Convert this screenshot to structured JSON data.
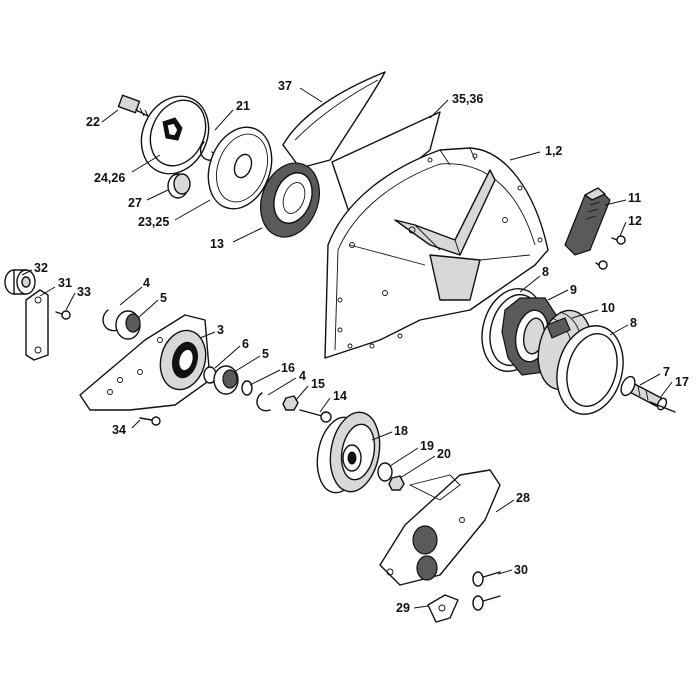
{
  "callouts": [
    {
      "id": "p37",
      "text": "37"
    },
    {
      "id": "p3536",
      "text": "35,36"
    },
    {
      "id": "p21",
      "text": "21"
    },
    {
      "id": "p22",
      "text": "22"
    },
    {
      "id": "p2426",
      "text": "24,26"
    },
    {
      "id": "p27",
      "text": "27"
    },
    {
      "id": "p2325",
      "text": "23,25"
    },
    {
      "id": "p13",
      "text": "13"
    },
    {
      "id": "p12lbl",
      "text": "1,2"
    },
    {
      "id": "p11",
      "text": "11"
    },
    {
      "id": "p12",
      "text": "12"
    },
    {
      "id": "p32",
      "text": "32"
    },
    {
      "id": "p31",
      "text": "31"
    },
    {
      "id": "p33",
      "text": "33"
    },
    {
      "id": "p4a",
      "text": "4"
    },
    {
      "id": "p5a",
      "text": "5"
    },
    {
      "id": "p3",
      "text": "3"
    },
    {
      "id": "p6",
      "text": "6"
    },
    {
      "id": "p5b",
      "text": "5"
    },
    {
      "id": "p16",
      "text": "16"
    },
    {
      "id": "p4b",
      "text": "4"
    },
    {
      "id": "p15",
      "text": "15"
    },
    {
      "id": "p14",
      "text": "14"
    },
    {
      "id": "p34",
      "text": "34"
    },
    {
      "id": "p8a",
      "text": "8"
    },
    {
      "id": "p9",
      "text": "9"
    },
    {
      "id": "p10",
      "text": "10"
    },
    {
      "id": "p8b",
      "text": "8"
    },
    {
      "id": "p7",
      "text": "7"
    },
    {
      "id": "p17",
      "text": "17"
    },
    {
      "id": "p18",
      "text": "18"
    },
    {
      "id": "p19",
      "text": "19"
    },
    {
      "id": "p20",
      "text": "20"
    },
    {
      "id": "p28",
      "text": "28"
    },
    {
      "id": "p30",
      "text": "30"
    },
    {
      "id": "p29",
      "text": "29"
    }
  ]
}
